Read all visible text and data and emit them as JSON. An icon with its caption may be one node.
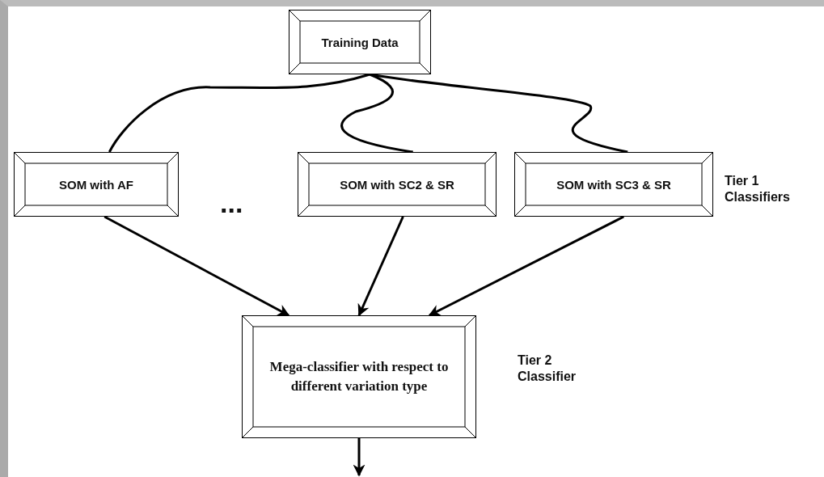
{
  "diagram": {
    "nodes": [
      {
        "text": [
          "Training Data"
        ]
      },
      {
        "text": [
          "SOM with AF"
        ]
      },
      {
        "text": [
          "SOM with SC2 & SR"
        ]
      },
      {
        "text": [
          "SOM with SC3 & SR"
        ]
      },
      {
        "text": [
          "Mega-classifier with respect to different variation type"
        ]
      }
    ],
    "edges": [
      {
        "from": 0,
        "to": 1,
        "arrow": "none"
      },
      {
        "from": 0,
        "to": 2,
        "arrow": "none"
      },
      {
        "from": 0,
        "to": 3,
        "arrow": "none"
      },
      {
        "from": 1,
        "to": 4,
        "arrow": "to"
      },
      {
        "from": 2,
        "to": 4,
        "arrow": "to"
      },
      {
        "from": 3,
        "to": 4,
        "arrow": "to"
      },
      {
        "from": 4,
        "to": null,
        "arrow": "to"
      }
    ],
    "labels": [
      "...",
      "Tier 1 Classifiers",
      "Tier 2 Classifier"
    ]
  }
}
